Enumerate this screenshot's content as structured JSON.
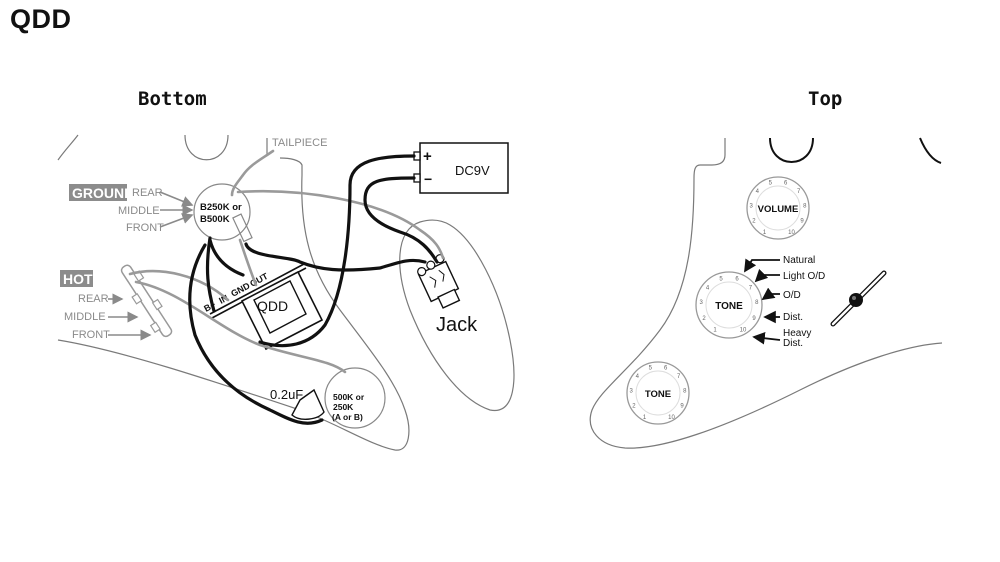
{
  "title": "QDD",
  "views": {
    "bottom": "Bottom",
    "top": "Top"
  },
  "bottom_view": {
    "tailpiece_label": "TAILPIECE",
    "ground": {
      "badge": "GROUND",
      "pickups": [
        "REAR",
        "MIDDLE",
        "FRONT"
      ]
    },
    "hot": {
      "badge": "HOT",
      "pickups": [
        "REAR",
        "MIDDLE",
        "FRONT"
      ]
    },
    "volume_pot": {
      "line1": "B250K or",
      "line2": "B500K"
    },
    "qdd_module": {
      "label": "QDD",
      "terminals": [
        "B+",
        "IN",
        "GND",
        "OUT"
      ]
    },
    "battery": {
      "label": "DC9V",
      "plus": "+",
      "minus": "−"
    },
    "jack_label": "Jack",
    "capacitor_label": "0.2uF",
    "tone_pot": {
      "line1": "500K or",
      "line2": "250K",
      "line3": "(A or B)"
    }
  },
  "top_view": {
    "volume_knob": "VOLUME",
    "tone_knob_main": "TONE",
    "tone_knob_lower": "TONE",
    "knob_scale": [
      "1",
      "2",
      "3",
      "4",
      "5",
      "6",
      "7",
      "8",
      "9",
      "10"
    ],
    "tone_modes": [
      "Natural",
      "Light O/D",
      "O/D",
      "Dist.",
      "Heavy",
      "Dist."
    ]
  },
  "colors": {
    "wire_black": "#111111",
    "wire_gray": "#9a9a9a",
    "badge_gray": "#8c8c8c"
  }
}
